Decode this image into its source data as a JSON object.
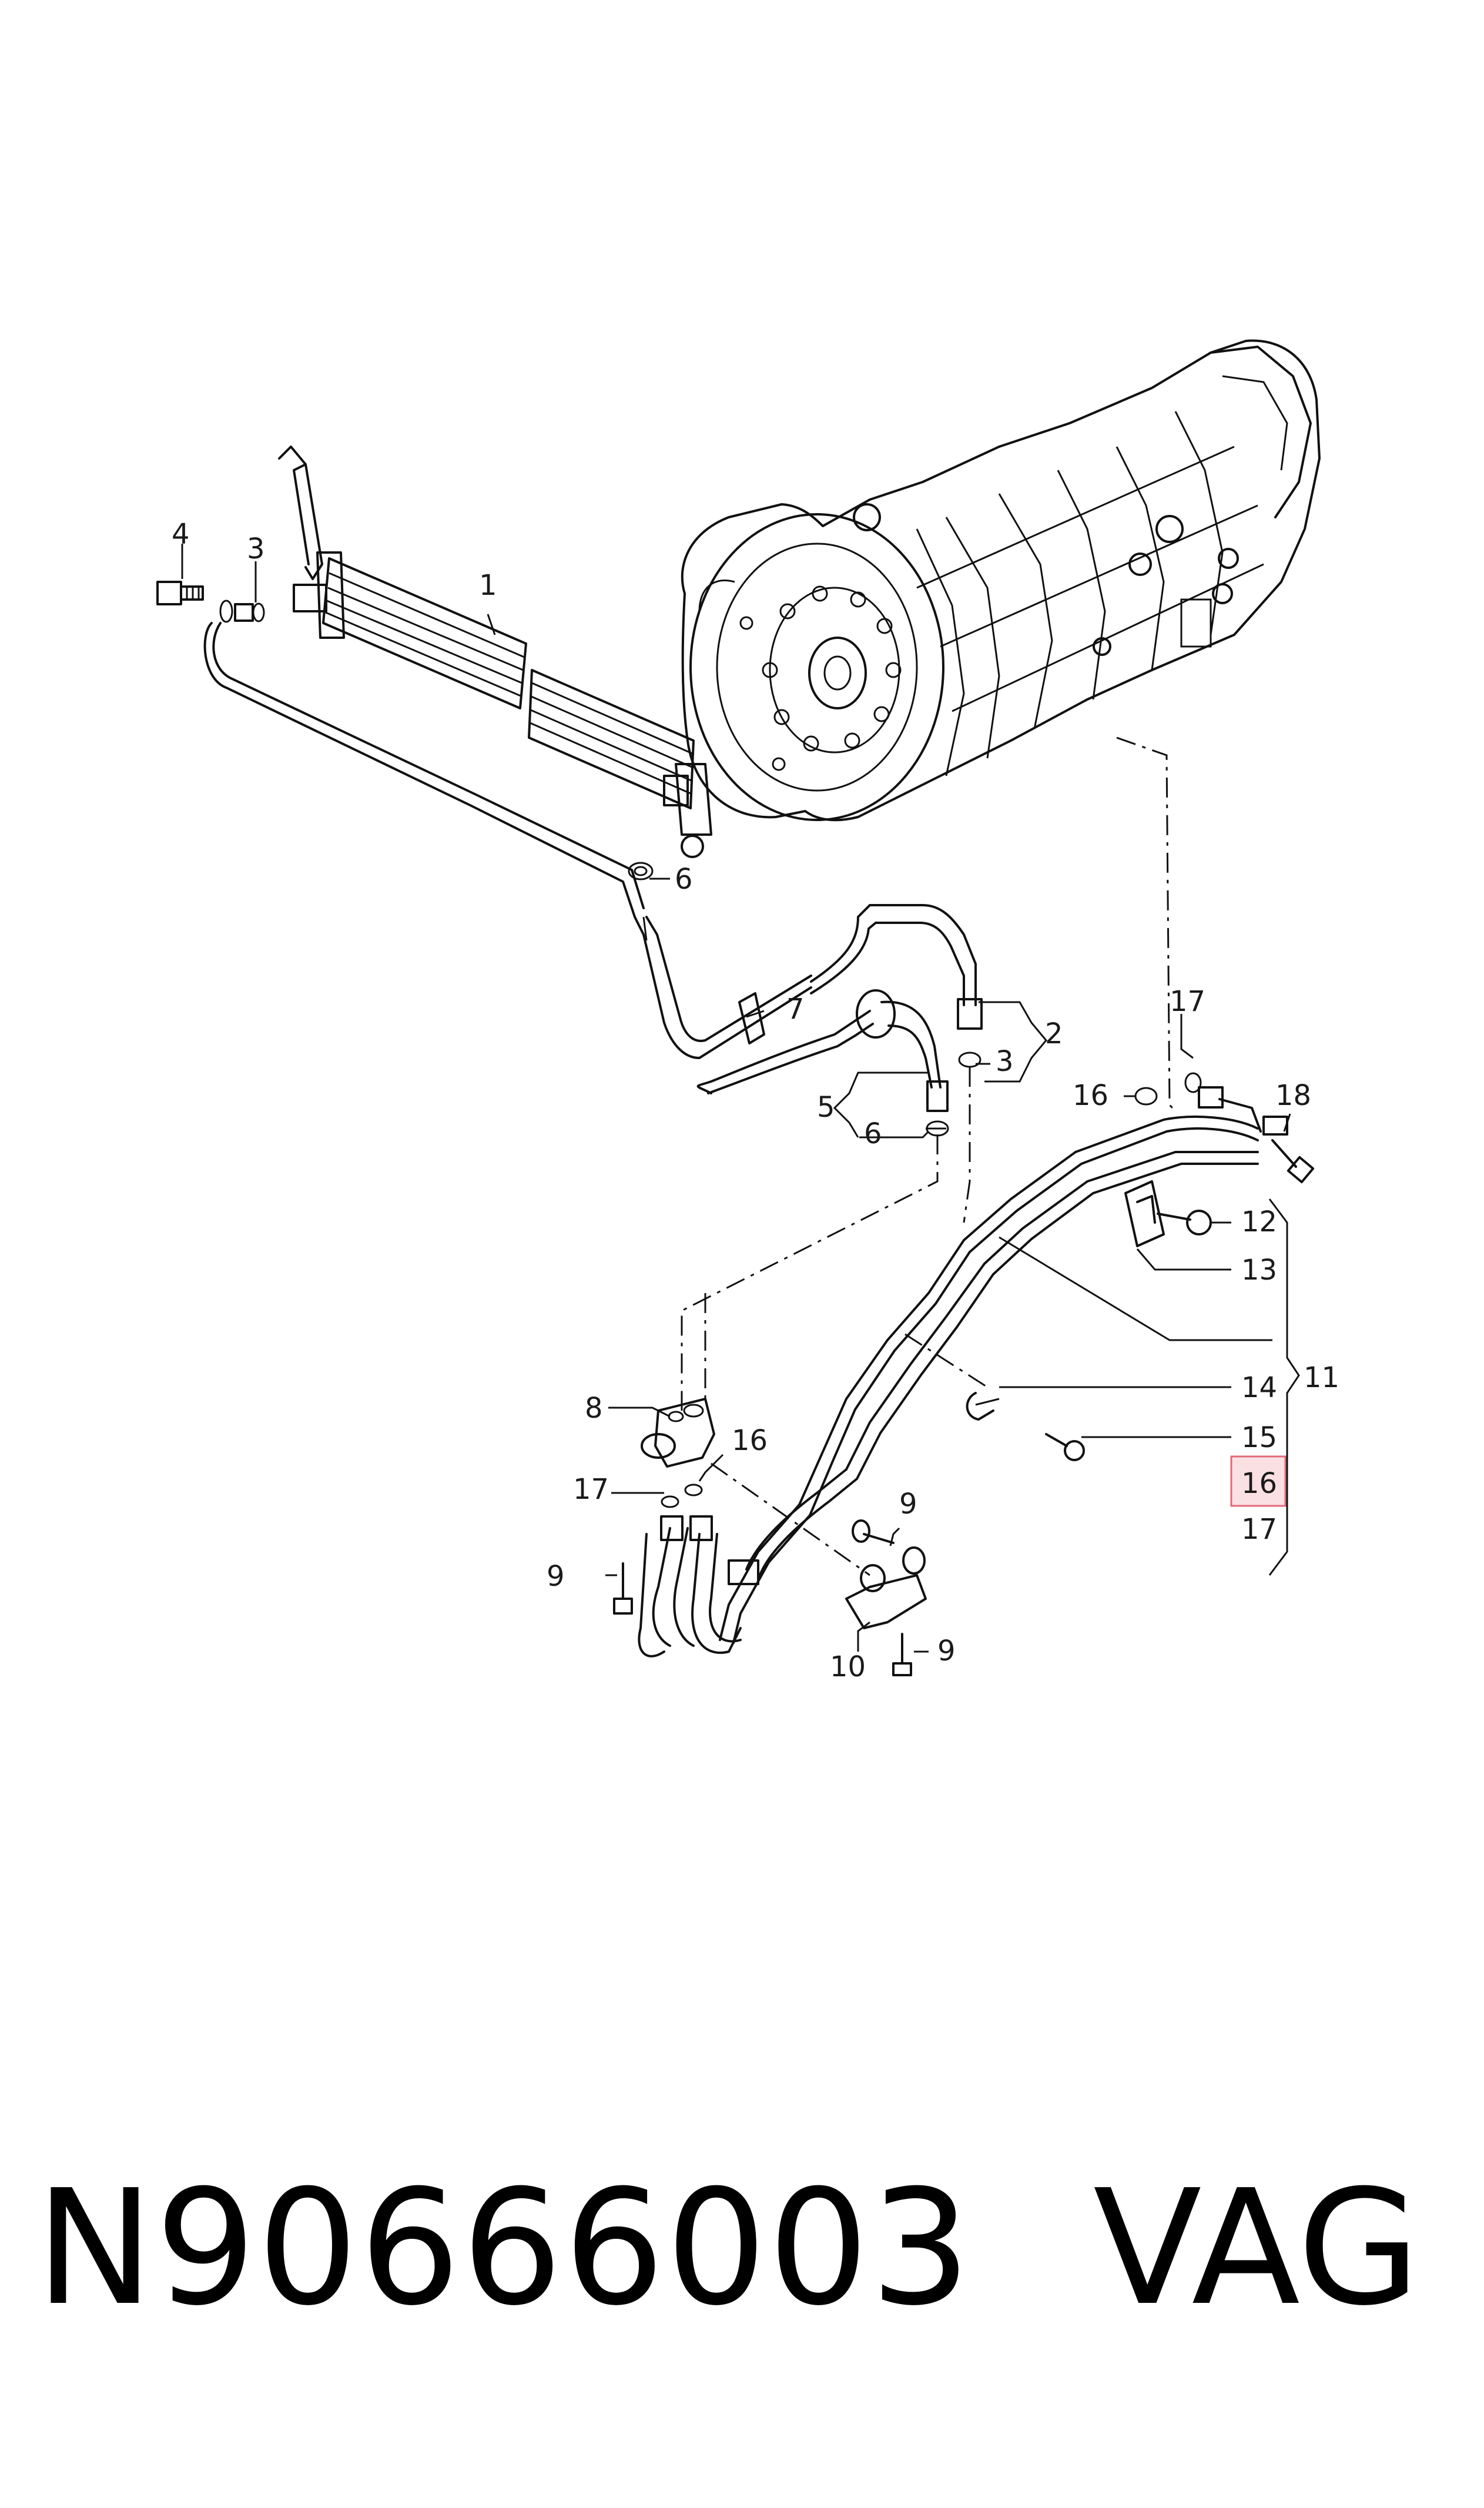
{
  "callouts": {
    "c1": "1",
    "c2": "2",
    "c3a": "3",
    "c3b": "3",
    "c4": "4",
    "c5": "5",
    "c6a": "6",
    "c6b": "6",
    "c7": "7",
    "c8": "8",
    "c9a": "9",
    "c9b": "9",
    "c9c": "9",
    "c10": "10",
    "c11": "11",
    "c12": "12",
    "c13": "13",
    "c14": "14",
    "c15": "15",
    "c16a": "16",
    "c16b": "16",
    "c16c": "16",
    "c17a": "17",
    "c17b": "17",
    "c17c": "17",
    "c18": "18"
  },
  "highlighted_callout": "16",
  "footer": {
    "part_number": "N90666003",
    "brand": "VAG"
  },
  "colors": {
    "line": "#111111",
    "highlight_fill": "#fbe0e3",
    "highlight_border": "#e06a78"
  }
}
